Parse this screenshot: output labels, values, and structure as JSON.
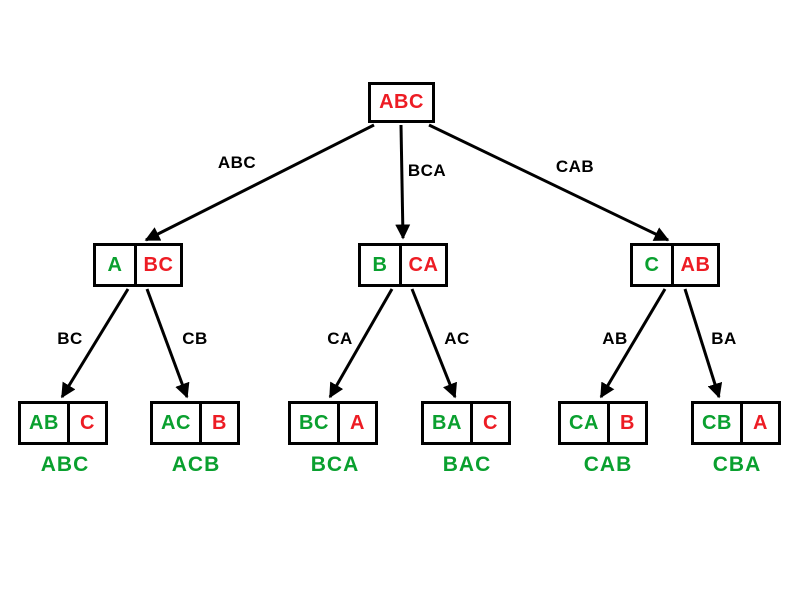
{
  "colors": {
    "fixed_part_green": "#0aa02f",
    "remaining_part_red": "#ed1c24",
    "line_black": "#000000",
    "background": "#ffffff"
  },
  "tree": {
    "root": {
      "label": "ABC"
    },
    "edges_root_to_level1": [
      "ABC",
      "BCA",
      "CAB"
    ],
    "level1_nodes": [
      {
        "fixed": "A",
        "rest": "BC"
      },
      {
        "fixed": "B",
        "rest": "CA"
      },
      {
        "fixed": "C",
        "rest": "AB"
      }
    ],
    "edges_level1_to_leaves": [
      "BC",
      "CB",
      "CA",
      "AC",
      "AB",
      "BA"
    ],
    "leaves": [
      {
        "fixed": "AB",
        "rest": "C",
        "result": "ABC"
      },
      {
        "fixed": "AC",
        "rest": "B",
        "result": "ACB"
      },
      {
        "fixed": "BC",
        "rest": "A",
        "result": "BCA"
      },
      {
        "fixed": "BA",
        "rest": "C",
        "result": "BAC"
      },
      {
        "fixed": "CA",
        "rest": "B",
        "result": "CAB"
      },
      {
        "fixed": "CB",
        "rest": "A",
        "result": "CBA"
      }
    ]
  }
}
